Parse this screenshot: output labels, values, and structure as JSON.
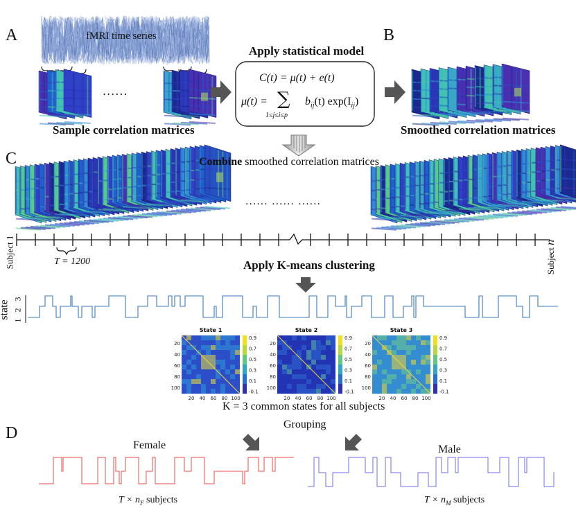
{
  "panels": {
    "a": "A",
    "b": "B",
    "c": "C",
    "d": "D"
  },
  "panel_a": {
    "timeseries_label": "fMRI time series",
    "ellipsis": "......",
    "caption": "Sample correlation matrices"
  },
  "model": {
    "title": "Apply statistical model",
    "eq1": "C(t) = μ(t) + e(t)",
    "eq2_lhs": "μ(t) =",
    "eq2_sum": "∑",
    "eq2_rhs": "b",
    "eq2_rhs_sub": "ij",
    "eq2_rhs_tail": "(t) exp(I",
    "eq2_tail_sub": "ij",
    "eq2_close": ")",
    "eq2_limits": "1≤j≤i≤p"
  },
  "panel_b": {
    "caption": "Smoothed correlation matrices"
  },
  "panel_c": {
    "title_bold": "Combine",
    "title_rest": " smoothed correlation matrices",
    "ellipsis": "...... ...... ......",
    "subject_first": "Subject 1",
    "subject_last": "Subject",
    "subject_last_var": "n",
    "T_label": "T = 1200",
    "kmeans_title": "Apply K-means clustering",
    "state_axis": "state",
    "state_ticks": [
      "1",
      "2",
      "3"
    ],
    "states": [
      {
        "title": "State 1"
      },
      {
        "title": "State 2"
      },
      {
        "title": "State 3"
      }
    ],
    "heatmap_yticks": [
      "20",
      "40",
      "60",
      "80",
      "100"
    ],
    "heatmap_xticks": [
      "20",
      "40",
      "60",
      "80",
      "100"
    ],
    "colorbar_ticks": [
      "0.9",
      "0.7",
      "0.5",
      "0.3",
      "0.1",
      "-0.1"
    ],
    "states_caption": "K = 3 common states for all subjects"
  },
  "panel_d": {
    "grouping": "Grouping",
    "female": "Female",
    "male": "Male",
    "female_caption_T": "T",
    "female_caption_x": " × n",
    "female_caption_sub": "F",
    "female_caption_rest": " subjects",
    "male_caption_T": "T",
    "male_caption_x": " × n",
    "male_caption_sub": "M",
    "male_caption_rest": " subjects"
  },
  "colors": {
    "arrow": "#555555",
    "state_line": "#3a78c0",
    "female_line": "#ee4b4b",
    "male_line": "#6d6df0",
    "matrix_blue": "#2a35b8",
    "matrix_cyan": "#39a8c8",
    "matrix_yellow": "#f0d830"
  }
}
